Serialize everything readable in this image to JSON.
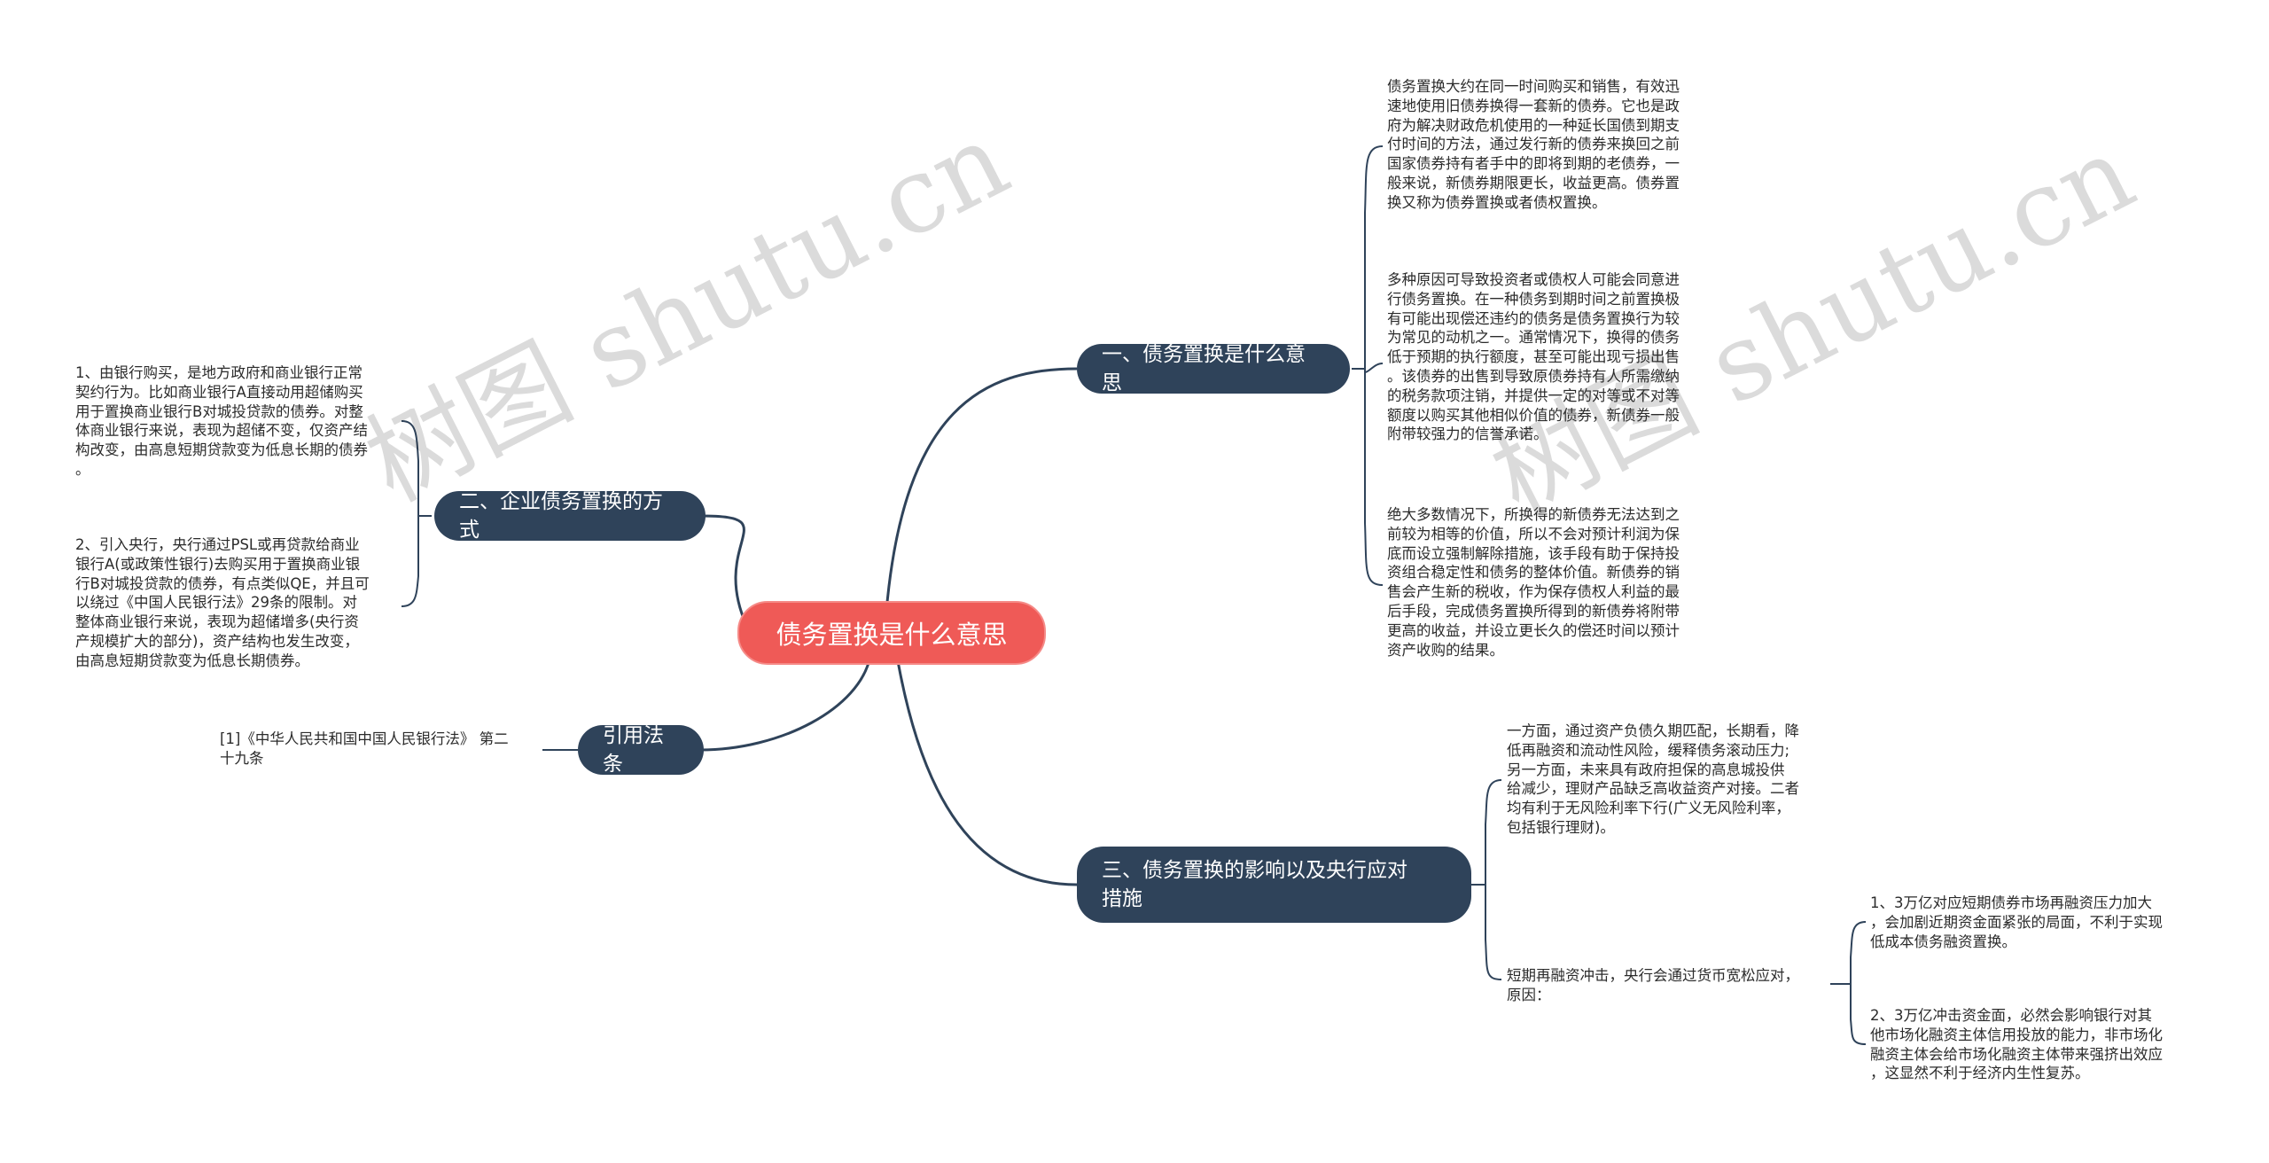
{
  "root": {
    "label": "债务置换是什么意思"
  },
  "branches": {
    "b1": {
      "label": "一、债务置换是什么意思"
    },
    "b2": {
      "label": "二、企业债务置换的方式"
    },
    "b3": {
      "label": "引用法条"
    },
    "b4": {
      "label": "三、债务置换的影响以及央行应对\n措施"
    }
  },
  "b1_texts": [
    "债务置换大约在同一时间购买和销售，有效迅\n速地使用旧债券换得一套新的债券。它也是政\n府为解决财政危机使用的一种延长国债到期支\n付时间的方法，通过发行新的债券来换回之前\n国家债券持有者手中的即将到期的老债券，一\n般来说，新债券期限更长，收益更高。债券置\n换又称为债券置换或者债权置换。",
    "多种原因可导致投资者或债权人可能会同意进\n行债务置换。在一种债务到期时间之前置换极\n有可能出现偿还违约的债务是债务置换行为较\n为常见的动机之一。通常情况下，换得的债务\n低于预期的执行额度，甚至可能出现亏损出售\n。该债券的出售到导致原债券持有人所需缴纳\n的税务款项注销，并提供一定的对等或不对等\n额度以购买其他相似价值的债券，新债券一般\n附带较强力的信誉承诺。",
    "绝大多数情况下，所换得的新债券无法达到之\n前较为相等的价值，所以不会对预计利润为保\n底而设立强制解除措施，该手段有助于保持投\n资组合稳定性和债务的整体价值。新债券的销\n售会产生新的税收，作为保存债权人利益的最\n后手段，完成债务置换所得到的新债券将附带\n更高的收益，并设立更长久的偿还时间以预计\n资产收购的结果。"
  ],
  "b2_texts": [
    "1、由银行购买，是地方政府和商业银行正常\n契约行为。比如商业银行A直接动用超储购买\n用于置换商业银行B对城投贷款的债券。对整\n体商业银行来说，表现为超储不变，仅资产结\n构改变，由高息短期贷款变为低息长期的债券\n。",
    "2、引入央行，央行通过PSL或再贷款给商业\n银行A(或政策性银行)去购买用于置换商业银\n行B对城投贷款的债券，有点类似QE，并且可\n以绕过《中国人民银行法》29条的限制。对\n整体商业银行来说，表现为超储增多(央行资\n产规模扩大的部分)，资产结构也发生改变，\n由高息短期贷款变为低息长期债券。"
  ],
  "b3_texts": [
    "[1]《中华人民共和国中国人民银行法》 第二\n十九条"
  ],
  "b4_texts": [
    "一方面，通过资产负债久期匹配，长期看，降\n低再融资和流动性风险，缓释债务滚动压力;\n另一方面，未来具有政府担保的高息城投供\n给减少，理财产品缺乏高收益资产对接。二者\n均有利于无风险利率下行(广义无风险利率，\n包括银行理财)。",
    "短期再融资冲击，央行会通过货币宽松应对，\n原因："
  ],
  "b4_sub_texts": [
    "1、3万亿对应短期债券市场再融资压力加大\n，会加剧近期资金面紧张的局面，不利于实现\n低成本债务融资置换。",
    "2、3万亿冲击资金面，必然会影响银行对其\n他市场化融资主体信用投放的能力，非市场化\n融资主体会给市场化融资主体带来强挤出效应\n，这显然不利于经济内生性复苏。"
  ],
  "watermarks": [
    "树图 shutu.cn",
    "树图 shutu.cn"
  ],
  "colors": {
    "root": "#ef5a57",
    "branch": "#2f435a",
    "line": "#2f435a",
    "text": "#2b2b2b"
  }
}
